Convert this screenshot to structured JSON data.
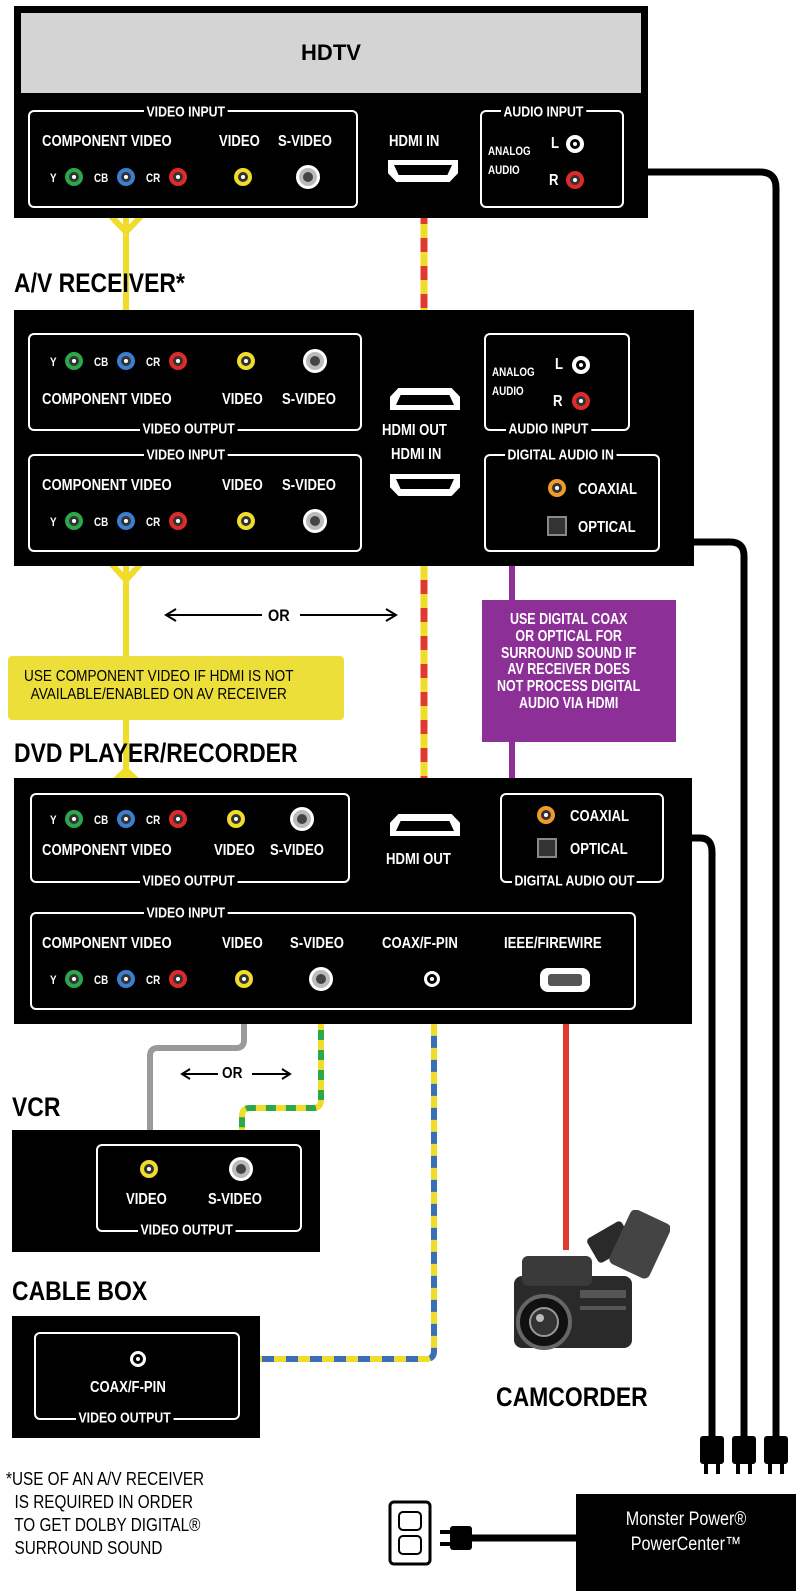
{
  "hdtv": {
    "title": "HDTV",
    "video_input": "VIDEO INPUT",
    "component_video": "COMPONENT VIDEO",
    "video": "VIDEO",
    "svideo": "S-VIDEO",
    "y": "Y",
    "cb": "CB",
    "cr": "CR",
    "hdmi_in": "HDMI IN",
    "audio_input": "AUDIO INPUT",
    "analog": "ANALOG",
    "audio": "AUDIO",
    "l": "L",
    "r": "R"
  },
  "receiver": {
    "title": "A/V RECEIVER*",
    "video_output": "VIDEO OUTPUT",
    "video_input": "VIDEO INPUT",
    "component_video": "COMPONENT VIDEO",
    "video": "VIDEO",
    "svideo": "S-VIDEO",
    "y": "Y",
    "cb": "CB",
    "cr": "CR",
    "hdmi_out": "HDMI OUT",
    "hdmi_in": "HDMI IN",
    "analog": "ANALOG",
    "audio": "AUDIO",
    "l": "L",
    "r": "R",
    "audio_input": "AUDIO INPUT",
    "digital_audio_in": "DIGITAL AUDIO IN",
    "coaxial": "COAXIAL",
    "optical": "OPTICAL"
  },
  "or_label": "OR",
  "component_note": "USE COMPONENT VIDEO IF HDMI IS NOT\nAVAILABLE/ENABLED ON AV RECEIVER",
  "digital_note": "USE DIGITAL COAX\nOR OPTICAL FOR\nSURROUND SOUND IF\nAV RECEIVER DOES\nNOT PROCESS DIGITAL\nAUDIO VIA HDMI",
  "dvd": {
    "title": "DVD PLAYER/RECORDER",
    "component_video": "COMPONENT VIDEO",
    "video": "VIDEO",
    "svideo": "S-VIDEO",
    "video_output": "VIDEO OUTPUT",
    "video_input": "VIDEO INPUT",
    "y": "Y",
    "cb": "CB",
    "cr": "CR",
    "hdmi_out": "HDMI OUT",
    "coaxial": "COAXIAL",
    "optical": "OPTICAL",
    "digital_audio_out": "DIGITAL AUDIO OUT",
    "coax_fpin": "COAX/F-PIN",
    "firewire": "IEEE/FIREWIRE"
  },
  "vcr": {
    "title": "VCR",
    "video": "VIDEO",
    "svideo": "S-VIDEO",
    "video_output": "VIDEO OUTPUT"
  },
  "cable_box": {
    "title": "CABLE BOX",
    "coax_fpin": "COAX/F-PIN",
    "video_output": "VIDEO OUTPUT"
  },
  "camcorder": {
    "title": "CAMCORDER"
  },
  "footnote": "*USE OF AN A/V RECEIVER\n  IS REQUIRED IN ORDER\n  TO GET DOLBY DIGITAL®\n  SURROUND SOUND",
  "power": {
    "line1": "Monster Power®",
    "line2": "PowerCenter™"
  },
  "colors": {
    "hdmi_red": "#e03a2f",
    "yellow": "#f0dc2a",
    "purple": "#8c2f96",
    "green": "#2aa84a",
    "blue": "#3a7fd0",
    "red": "#e02a2a",
    "orange": "#f09a2a",
    "gray": "#9a9a9a",
    "coax_blue": "#3a6fb8"
  }
}
